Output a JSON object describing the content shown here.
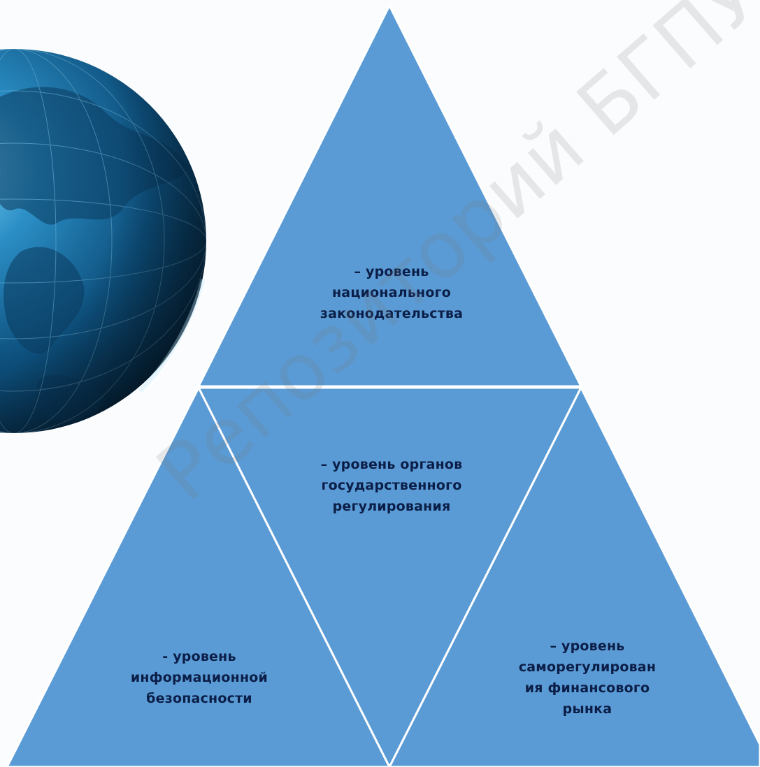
{
  "diagram": {
    "levels": [
      {
        "id": "top",
        "lines": [
          "– уровень",
          "национального",
          "законодательства"
        ]
      },
      {
        "id": "middle",
        "lines": [
          "– уровень органов",
          "государственного",
          "регулирования"
        ]
      },
      {
        "id": "left",
        "lines": [
          "- уровень",
          "информационной",
          "безопасности"
        ]
      },
      {
        "id": "right",
        "lines": [
          "– уровень",
          "саморегулирован",
          "ия финансового",
          "рынка"
        ]
      }
    ]
  },
  "watermark": "Репозиторий БГПУ",
  "colors": {
    "background": "#fbfcfd",
    "triangle_fill": "#5b9bd5",
    "triangle_stroke": "#ffffff",
    "text": "#0b1e47",
    "globe_dark": "#062a45",
    "globe_light": "#3fa0d4"
  },
  "icons": {
    "globe": "globe-image"
  }
}
